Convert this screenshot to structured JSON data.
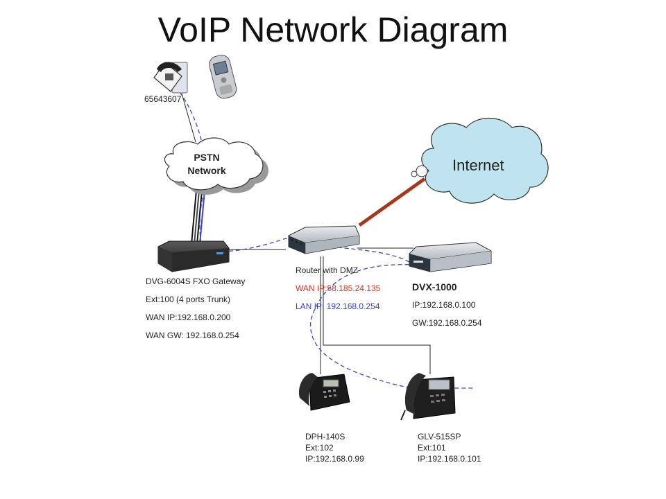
{
  "title": "VoIP Network Diagram",
  "pstn": {
    "phone_number": "65643607",
    "cloud_line1": "PSTN",
    "cloud_line2": "Network"
  },
  "internet": {
    "label": "Internet"
  },
  "gateway": {
    "lines": [
      "DVG-6004S FXO Gateway",
      "Ext:100 (4 ports Trunk)",
      "WAN IP:192.168.0.200",
      "WAN GW: 192.168.0.254"
    ]
  },
  "router": {
    "name": "Router with DMZ",
    "wan_ip": "WAN  IP:58.185.24.135",
    "lan_ip": "LAN IP: 192.168.0.254"
  },
  "dvx": {
    "name": "DVX-1000",
    "ip": "IP:192.168.0.100",
    "gw": "GW:192.168.0.254"
  },
  "phone_dph": {
    "model": "DPH-140S",
    "ext": "Ext:102",
    "ip": "IP:192.168.0.99"
  },
  "phone_glv": {
    "model": "GLV-515SP",
    "ext": "Ext:101",
    "ip": "IP:192.168.0.101"
  },
  "colors": {
    "internet_cloud": "#bfe4ef",
    "internet_link": "#a8361b",
    "call_path": "#3a44c8"
  }
}
